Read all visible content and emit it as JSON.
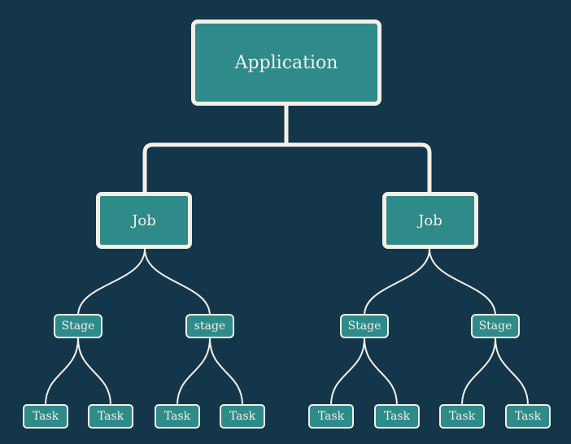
{
  "diagram": {
    "root": {
      "label": "Application"
    },
    "jobs": [
      {
        "label": "Job",
        "stages": [
          {
            "label": "Stage",
            "tasks": [
              "Task",
              "Task"
            ]
          },
          {
            "label": "stage",
            "tasks": [
              "Task",
              "Task"
            ]
          }
        ]
      },
      {
        "label": "Job",
        "stages": [
          {
            "label": "Stage",
            "tasks": [
              "Task",
              "Task"
            ]
          },
          {
            "label": "Stage",
            "tasks": [
              "Task",
              "Task"
            ]
          }
        ]
      }
    ]
  },
  "colors": {
    "background": "#14364b",
    "node_fill": "#2f8a8a",
    "outline": "#f4efe6"
  }
}
